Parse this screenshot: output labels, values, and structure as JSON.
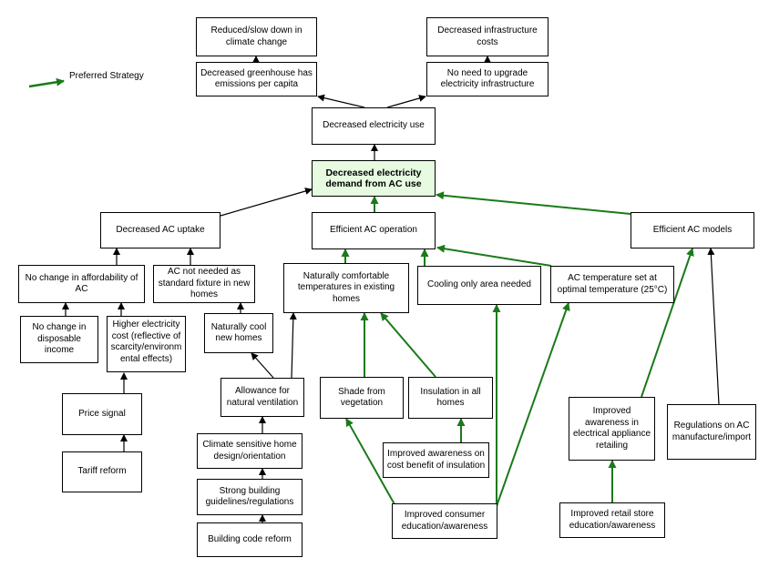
{
  "legend": {
    "label": "Preferred Strategy",
    "color": "#1a7a1a"
  },
  "nodes": {
    "reduced_climate": "Reduced/slow down in climate change",
    "decreased_infra": "Decreased infrastructure costs",
    "decreased_ghg": "Decreased greenhouse has emissions per capita",
    "no_upgrade": "No need to upgrade electricity infrastructure",
    "decreased_elec": "Decreased electricity use",
    "decreased_demand": "Decreased electricity demand from AC use",
    "decreased_uptake": "Decreased AC uptake",
    "efficient_op": "Efficient AC operation",
    "efficient_models": "Efficient AC models",
    "no_change_afford": "No change in affordability of AC",
    "ac_not_needed": "AC not needed as standard fixture in new homes",
    "naturally_comfortable": "Naturally comfortable temperatures in existing homes",
    "cooling_area": "Cooling only area needed",
    "ac_temp": "AC temperature set at optimal temperature (25°C)",
    "no_change_income": "No change in disposable income",
    "higher_cost": "Higher electricity cost (reflective of scarcity/environm ental effects)",
    "naturally_cool": "Naturally cool new homes",
    "allowance_vent": "Allowance for natural ventilation",
    "shade": "Shade from vegetation",
    "insulation": "Insulation in all homes",
    "improved_awareness_appliance": "Improved awareness in electrical appliance retailing",
    "regulations_ac": "Regulations on AC manufacture/import",
    "price_signal": "Price signal",
    "climate_design": "Climate sensitive home design/orientation",
    "improved_awareness_insulation": "Improved awareness on cost benefit of insulation",
    "tariff_reform": "Tariff reform",
    "strong_guidelines": "Strong building guidelines/regulations",
    "consumer_education": "Improved consumer education/awareness",
    "retail_education": "Improved retail store education/awareness",
    "building_code": "Building code reform"
  },
  "colors": {
    "black_edge": "#000000",
    "green_edge": "#1a7a1a",
    "highlight_fill": "#e6fbe0"
  }
}
